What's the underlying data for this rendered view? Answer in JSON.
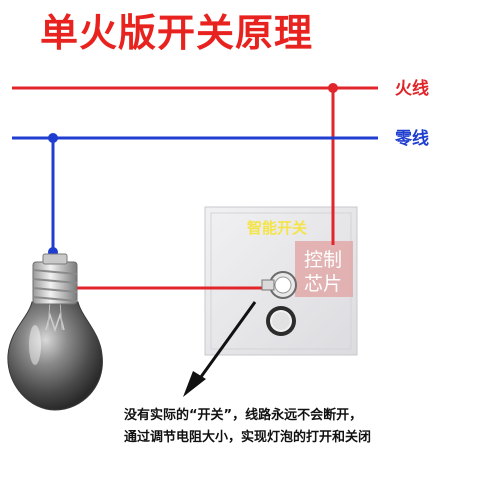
{
  "title": "单火版开关原理",
  "wires": {
    "live_label": "火线",
    "neutral_label": "零线"
  },
  "switch": {
    "panel_label": "智能开关",
    "chip_line1": "控制",
    "chip_line2": "芯片"
  },
  "note": {
    "line1": "没有实际的“开关”，线路永远不会断开，",
    "line2": "通过调节电阻大小，实现灯泡的打开和关闭"
  },
  "colors": {
    "title": "#e8231f",
    "live_wire": "#e0252b",
    "neutral_wire": "#1f3ecf",
    "panel": "#e9e9ec",
    "panel_label": "#f4e44a",
    "chip_text": "#ffffff",
    "note_text": "#111111"
  }
}
